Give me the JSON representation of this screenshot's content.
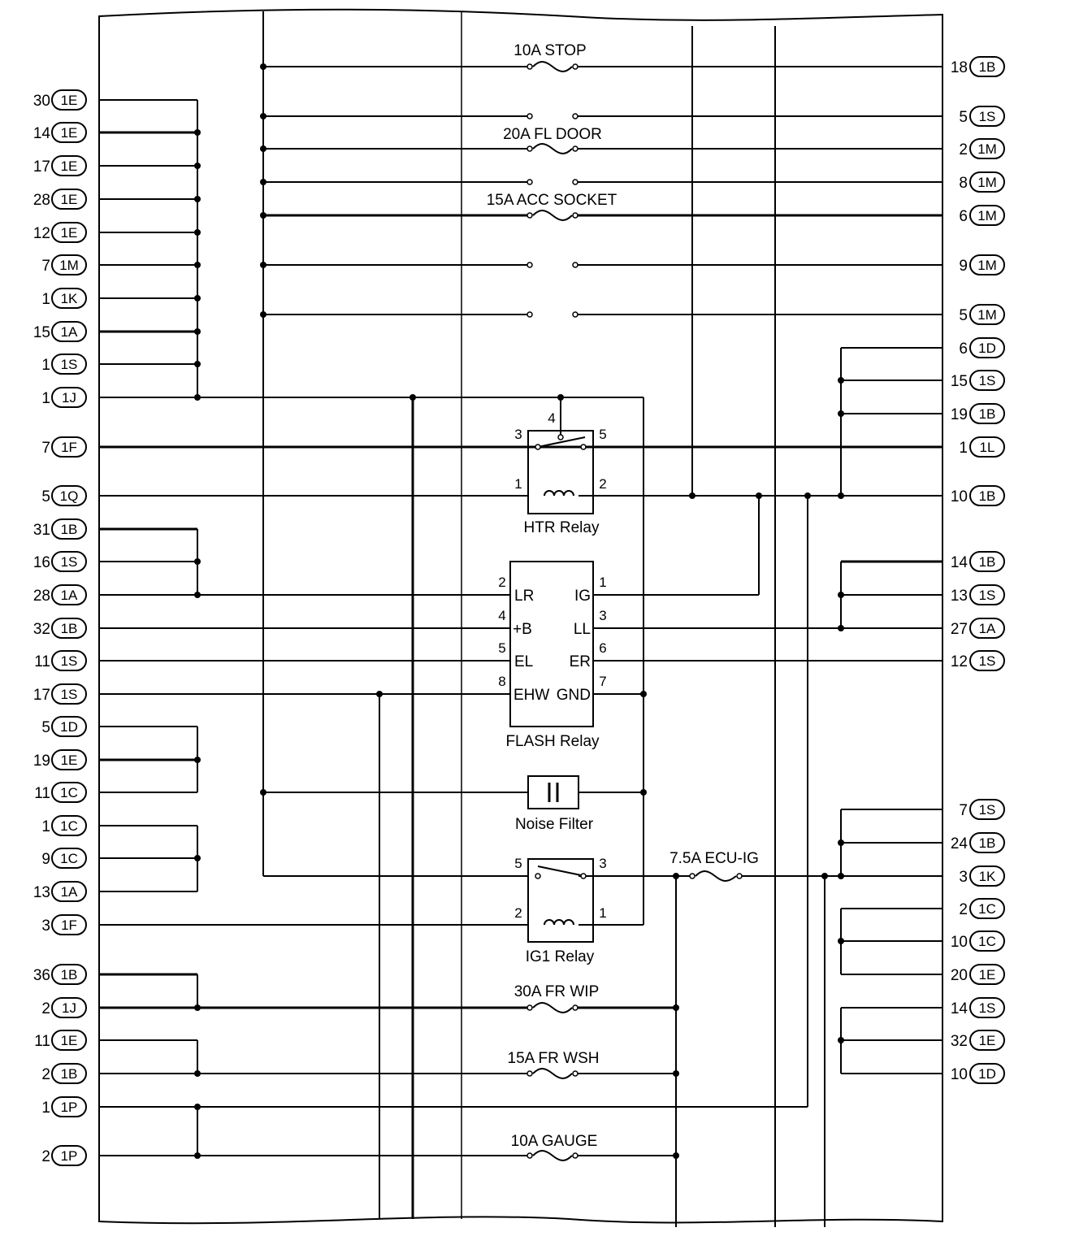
{
  "left_connectors": [
    {
      "pin": "30",
      "code": "1E"
    },
    {
      "pin": "14",
      "code": "1E"
    },
    {
      "pin": "17",
      "code": "1E"
    },
    {
      "pin": "28",
      "code": "1E"
    },
    {
      "pin": "12",
      "code": "1E"
    },
    {
      "pin": "7",
      "code": "1M"
    },
    {
      "pin": "1",
      "code": "1K"
    },
    {
      "pin": "15",
      "code": "1A"
    },
    {
      "pin": "1",
      "code": "1S"
    },
    {
      "pin": "1",
      "code": "1J"
    },
    {
      "pin": "7",
      "code": "1F"
    },
    {
      "pin": "5",
      "code": "1Q"
    },
    {
      "pin": "31",
      "code": "1B"
    },
    {
      "pin": "16",
      "code": "1S"
    },
    {
      "pin": "28",
      "code": "1A"
    },
    {
      "pin": "32",
      "code": "1B"
    },
    {
      "pin": "11",
      "code": "1S"
    },
    {
      "pin": "17",
      "code": "1S"
    },
    {
      "pin": "5",
      "code": "1D"
    },
    {
      "pin": "19",
      "code": "1E"
    },
    {
      "pin": "11",
      "code": "1C"
    },
    {
      "pin": "1",
      "code": "1C"
    },
    {
      "pin": "9",
      "code": "1C"
    },
    {
      "pin": "13",
      "code": "1A"
    },
    {
      "pin": "3",
      "code": "1F"
    },
    {
      "pin": "36",
      "code": "1B"
    },
    {
      "pin": "2",
      "code": "1J"
    },
    {
      "pin": "11",
      "code": "1E"
    },
    {
      "pin": "2",
      "code": "1B"
    },
    {
      "pin": "1",
      "code": "1P"
    },
    {
      "pin": "2",
      "code": "1P"
    }
  ],
  "right_connectors": [
    {
      "pin": "18",
      "code": "1B"
    },
    {
      "pin": "5",
      "code": "1S"
    },
    {
      "pin": "2",
      "code": "1M"
    },
    {
      "pin": "8",
      "code": "1M"
    },
    {
      "pin": "6",
      "code": "1M"
    },
    {
      "pin": "9",
      "code": "1M"
    },
    {
      "pin": "5",
      "code": "1M"
    },
    {
      "pin": "6",
      "code": "1D"
    },
    {
      "pin": "15",
      "code": "1S"
    },
    {
      "pin": "19",
      "code": "1B"
    },
    {
      "pin": "1",
      "code": "1L"
    },
    {
      "pin": "10",
      "code": "1B"
    },
    {
      "pin": "14",
      "code": "1B"
    },
    {
      "pin": "13",
      "code": "1S"
    },
    {
      "pin": "27",
      "code": "1A"
    },
    {
      "pin": "12",
      "code": "1S"
    },
    {
      "pin": "7",
      "code": "1S"
    },
    {
      "pin": "24",
      "code": "1B"
    },
    {
      "pin": "3",
      "code": "1K"
    },
    {
      "pin": "2",
      "code": "1C"
    },
    {
      "pin": "10",
      "code": "1C"
    },
    {
      "pin": "20",
      "code": "1E"
    },
    {
      "pin": "14",
      "code": "1S"
    },
    {
      "pin": "32",
      "code": "1E"
    },
    {
      "pin": "10",
      "code": "1D"
    }
  ],
  "fuses": {
    "stop": "10A STOP",
    "fl_door": "20A FL DOOR",
    "acc_socket": "15A ACC SOCKET",
    "ecu_ig": "7.5A ECU-IG",
    "fr_wip": "30A FR WIP",
    "fr_wsh": "15A FR WSH",
    "gauge": "10A GAUGE"
  },
  "htr_relay": {
    "label": "HTR Relay",
    "pins": [
      "3",
      "4",
      "5",
      "1",
      "2"
    ]
  },
  "flash_relay": {
    "label": "FLASH Relay",
    "pin_numbers": [
      "2",
      "4",
      "5",
      "8",
      "1",
      "3",
      "6",
      "7"
    ],
    "terminals": [
      "LR",
      "+B",
      "EL",
      "EHW",
      "IG",
      "LL",
      "ER",
      "GND"
    ]
  },
  "noise_filter": {
    "label": "Noise Filter"
  },
  "ig1_relay": {
    "label": "IG1 Relay",
    "pins": [
      "5",
      "3",
      "2",
      "1"
    ]
  }
}
